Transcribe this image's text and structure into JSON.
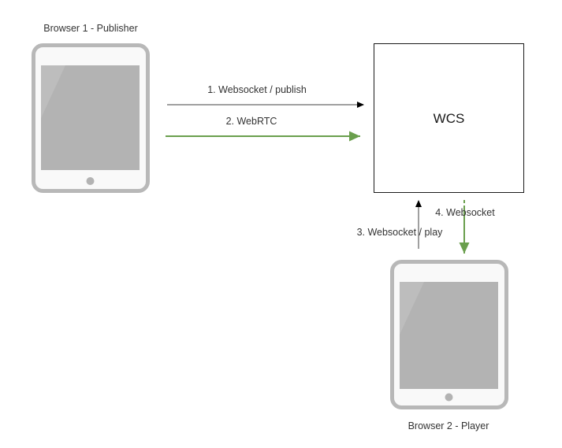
{
  "diagram": {
    "nodes": {
      "publisher": {
        "label": "Browser 1 - Publisher",
        "icon": "tablet-icon"
      },
      "server": {
        "label": "WCS"
      },
      "player": {
        "label": "Browser 2 - Player",
        "icon": "tablet-icon"
      }
    },
    "edges": [
      {
        "id": "e1",
        "label": "1. Websocket / publish",
        "from": "publisher",
        "to": "server",
        "color": "#808080",
        "head_color": "#000000"
      },
      {
        "id": "e2",
        "label": "2. WebRTC",
        "from": "publisher",
        "to": "server",
        "color": "#6a9f4d",
        "head_color": "#6a9f4d"
      },
      {
        "id": "e3",
        "label": "3. Websocket / play",
        "from": "player",
        "to": "server",
        "color": "#808080",
        "head_color": "#000000"
      },
      {
        "id": "e4",
        "label": "4. Websocket",
        "from": "server",
        "to": "player",
        "color": "#6a9f4d",
        "head_color": "#6a9f4d"
      }
    ],
    "colors": {
      "tablet_frame": "#b8b8b8",
      "tablet_body": "#f9f9f9",
      "tablet_screen": "#b3b3b3",
      "tablet_glare": "#bdbdbd",
      "box_border": "#1a1a1a"
    }
  }
}
